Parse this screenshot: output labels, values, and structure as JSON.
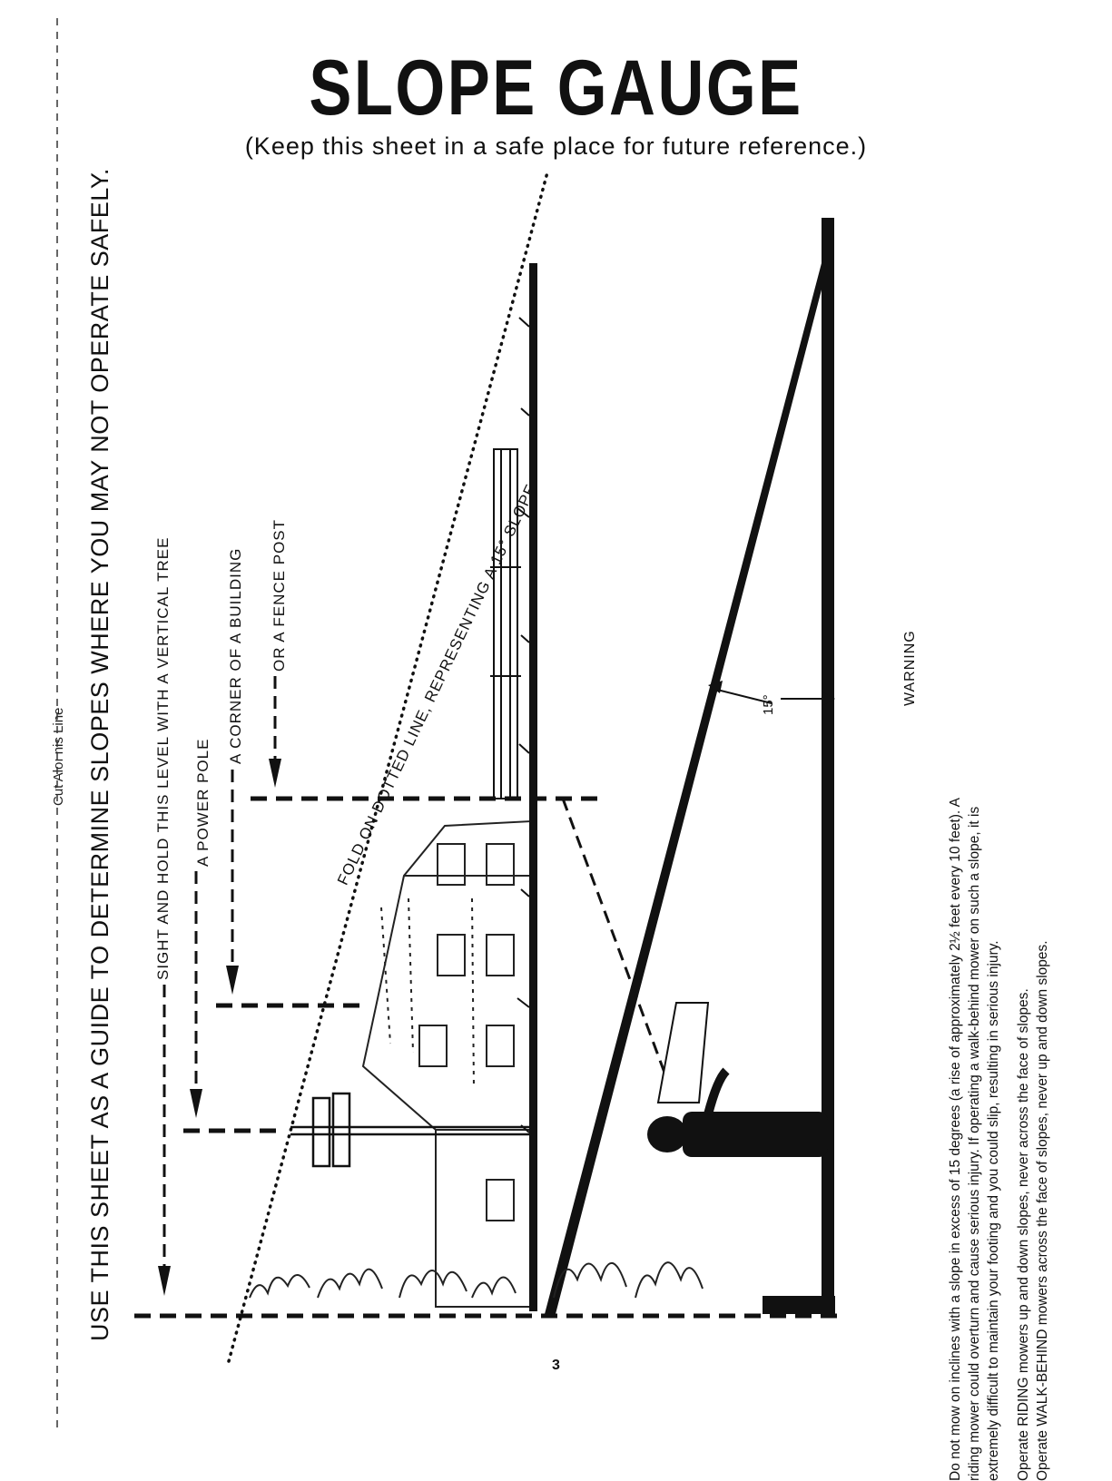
{
  "title": "SLOPE GAUGE",
  "subtitle": "(Keep this sheet in a safe place for future reference.)",
  "side_heading": "USE THIS SHEET AS A GUIDE TO DETERMINE SLOPES WHERE YOU MAY NOT OPERATE SAFELY.",
  "cut_line_text": "Cut Aloı    nis Line",
  "sight_labels": {
    "tree": "SIGHT AND HOLD THIS LEVEL WITH A VERTICAL TREE",
    "pole": "A POWER POLE",
    "building": "A CORNER OF A BUILDING",
    "fence": "OR A FENCE POST"
  },
  "fold_line_text": "FOLD ON DOTTED LINE, REPRESENTING A 15° SLOPE",
  "angle_label": "15°",
  "warning": {
    "word": "WARNING",
    "body_lines": [
      "Do not mow on inclines with a slope in excess of 15 degrees (a rise of approximately 2½ feet every 10 feet). A",
      "riding mower could overturn and cause serious injury. If operating a walk-behind mower on such a slope, it is",
      "extremely difficult to maintain your footing and you could slip, resulting in serious injury."
    ],
    "riding_line": "Operate RIDING mowers up and down slopes, never across the face of slopes.",
    "walk_line": "Operate WALK-BEHIND mowers across the face of slopes, never up and down slopes."
  },
  "page_number": "3"
}
